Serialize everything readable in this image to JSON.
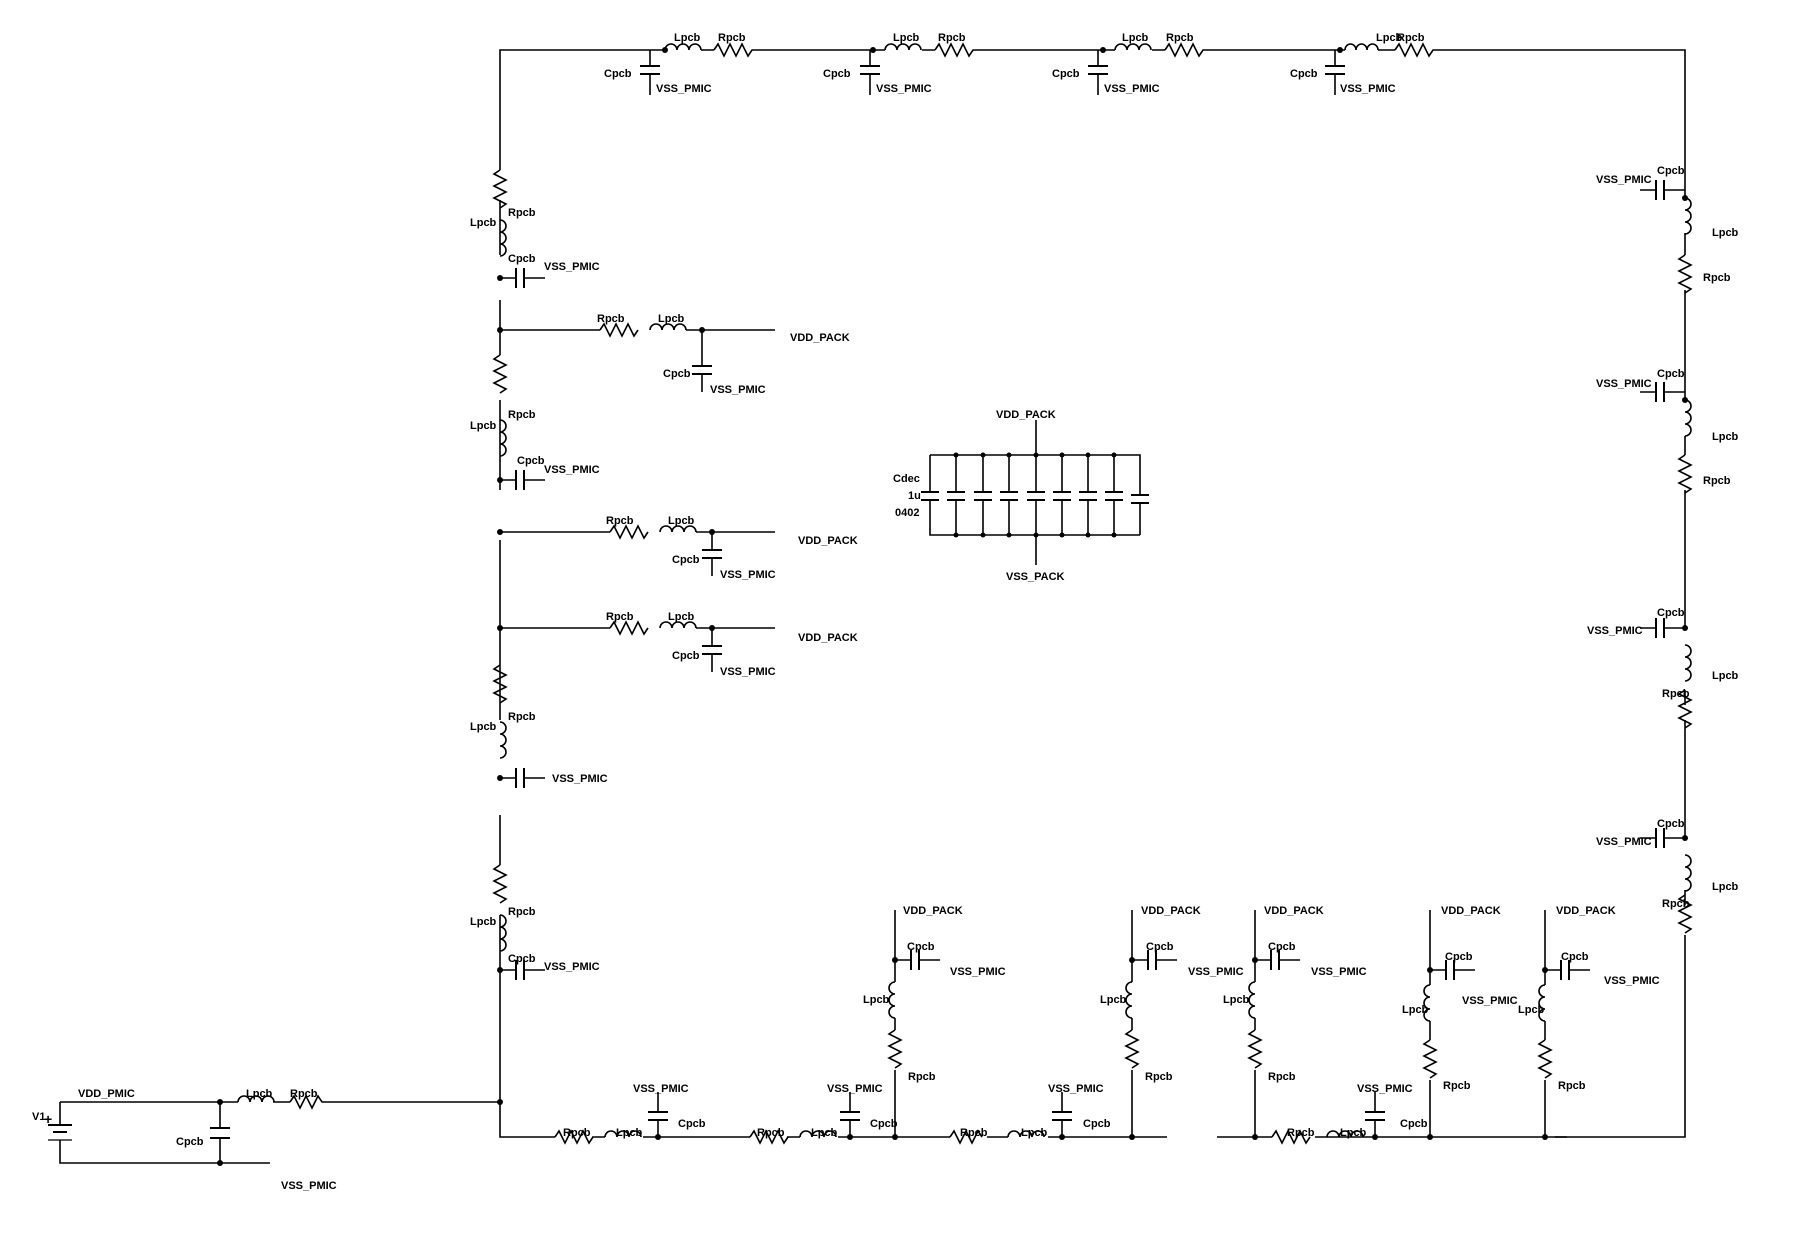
{
  "components": {
    "resistor": "Rpcb",
    "inductor": "Lpcb",
    "capacitor": "Cpcb",
    "decap": "Cdec",
    "decap_value": "1u",
    "decap_package": "0402",
    "source": "V1",
    "source_polarity": "+"
  },
  "nets": {
    "vdd_pmic": "VDD_PMIC",
    "vss_pmic": "VSS_PMIC",
    "vdd_pack": "VDD_PACK",
    "vss_pack": "VSS_PACK"
  }
}
